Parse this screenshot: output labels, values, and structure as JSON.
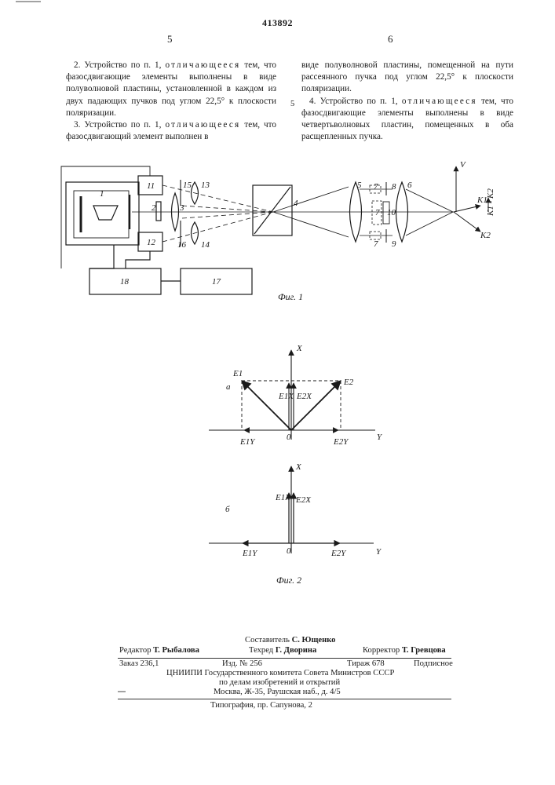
{
  "header": {
    "patent_number": "413892",
    "col_left_number": "5",
    "col_right_number": "6",
    "line_mark": "5"
  },
  "claims": {
    "c2_a": "2. Устройство по п. 1,",
    "c2_b": "отличающееся",
    "c2_c": "тем, что фазосдвигающие элементы выполнены в виде полуволновой пластины, установленной в каждом из двух падающих пучков под углом 22,5° к плоскости поляризации.",
    "c3_a": "3. Устройство по п. 1,",
    "c3_b": "отличающееся",
    "c3_c": "тем, что фазосдвигающий элемент выполнен в",
    "c3_cont": "виде полуволновой пластины, помещенной на пути рассеянного пучка под углом 22,5° к плоскости поляризации.",
    "c4_a": "4. Устройство по п. 1,",
    "c4_b": "отличающееся",
    "c4_c": "тем, что фазосдвигающие элементы выполнены в виде четвертьволновых пластин, помещенных в оба расщепленных пучка."
  },
  "figure1": {
    "caption": "Фиг. 1",
    "labels": [
      "1",
      "2",
      "3",
      "4",
      "5",
      "6",
      "7",
      "7",
      "7",
      "8",
      "9",
      "10",
      "11",
      "12",
      "13",
      "14",
      "15",
      "16",
      "17",
      "18"
    ],
    "label_v": "V",
    "label_k1": "K1",
    "label_k2": "K2",
    "label_k1k2": "K1 - K2",
    "block_17": "17",
    "block_18": "18"
  },
  "figure2": {
    "caption": "Фиг. 2",
    "part_a": "а",
    "part_b": "б",
    "axis_x": "X",
    "axis_y": "Y",
    "origin": "0",
    "e1": "E1",
    "e2": "E2",
    "e1x": "E1X",
    "e2x": "E2X",
    "e1y": "E1Y",
    "e2y": "E2Y"
  },
  "footer": {
    "compiler_label": "Составитель",
    "compiler_name": "С. Ющенко",
    "editor_label": "Редактор",
    "editor_name": "Т. Рыбалова",
    "techred_label": "Техред",
    "techred_name": "Г. Дворина",
    "corrector_label": "Корректор",
    "corrector_name": "Т. Гревцова",
    "order": "Заказ 236,1",
    "edition": "Изд. № 256",
    "circulation": "Тираж 678",
    "subscription": "Подписное",
    "org1": "ЦНИИПИ Государственного комитета Совета Министров СССР",
    "org2": "по делам изобретений и открытий",
    "address": "Москва, Ж-35, Раушская наб., д. 4/5",
    "printer": "Типография, пр. Сапунова, 2"
  }
}
